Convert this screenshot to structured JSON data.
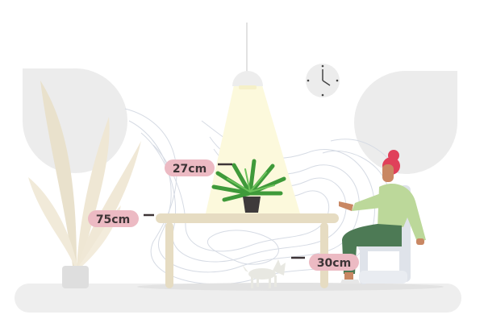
{
  "labels": {
    "plant_height": "27cm",
    "table_height": "75cm",
    "cat_height": "30cm"
  },
  "colors": {
    "pill": "#ecbac3",
    "table": "#e6dcc2",
    "floor": "#eeeeee",
    "light": "#fcf9dc",
    "fern": "#3f9a3a"
  }
}
